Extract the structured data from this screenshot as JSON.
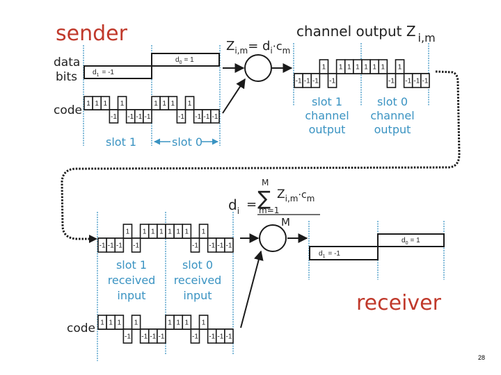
{
  "sender": {
    "title": "sender",
    "data_label_1": "data",
    "data_label_2": "bits",
    "code_label": "code",
    "d1_label": "d",
    "d1_sub": "1",
    "d1_val": "= -1",
    "d0_label": "d",
    "d0_sub": "0",
    "d0_val": "= 1",
    "slot1_label": "slot 1",
    "slot0_label": "slot 0",
    "code_chips": [
      1,
      1,
      1,
      -1,
      1,
      -1,
      -1,
      -1
    ]
  },
  "encoder_formula": {
    "lhs": "Z",
    "lhs_sub": "i,m",
    "eq": "= d",
    "d_sub": "i",
    "dot": "·c",
    "c_sub": "m"
  },
  "channel": {
    "title": "channel output Z",
    "title_sub": "i,m",
    "slot1_chips": [
      -1,
      -1,
      -1,
      1,
      -1,
      1,
      1,
      1
    ],
    "slot0_chips": [
      1,
      1,
      1,
      -1,
      1,
      -1,
      -1,
      -1
    ],
    "slot1_caption": [
      "slot 1",
      "channel",
      "output"
    ],
    "slot0_caption": [
      "slot 0",
      "channel",
      "output"
    ]
  },
  "decoder_formula": {
    "lhs": "d",
    "lhs_sub": "i",
    "eq": "=",
    "sum_top": "M",
    "sum_bottom": "m=1",
    "term": "Z",
    "term_sub": "i,m",
    "term_dot": "·c",
    "term_c_sub": "m",
    "denominator": "M"
  },
  "receiver": {
    "title": "receiver",
    "code_label": "code",
    "received_slot1": [
      -1,
      -1,
      -1,
      1,
      -1,
      1,
      1,
      1
    ],
    "received_slot0": [
      1,
      1,
      1,
      -1,
      1,
      -1,
      -1,
      -1
    ],
    "slot1_caption": [
      "slot 1",
      "received",
      "input"
    ],
    "slot0_caption": [
      "slot 0",
      "received",
      "input"
    ],
    "code_chips": [
      1,
      1,
      1,
      -1,
      1,
      -1,
      -1,
      -1
    ],
    "d1_label": "d",
    "d1_sub": "1",
    "d1_val": "= -1",
    "d0_label": "d",
    "d0_sub": "0",
    "d0_val": "= 1"
  },
  "page_number": "28",
  "colors": {
    "title_red": "#c0392b",
    "caption_blue": "#3a93c2",
    "guide_blue": "#3a93c2",
    "line": "#1a1a1a"
  }
}
